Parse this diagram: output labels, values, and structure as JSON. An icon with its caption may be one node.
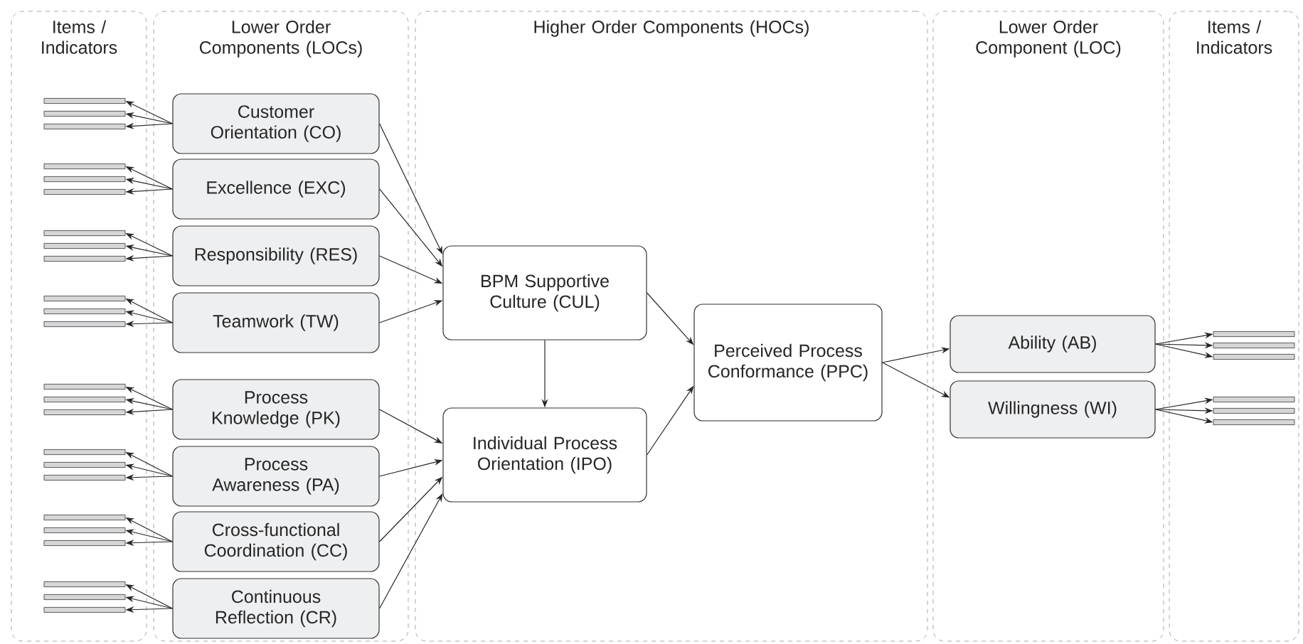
{
  "diagram": {
    "nodes": [
      {
        "text": [
          "Items / Indicators"
        ]
      },
      {
        "text": [
          "Lower Order Components (LOCs)"
        ]
      },
      {
        "text": [
          "Higher Order Components (HOCs)"
        ]
      },
      {
        "text": [
          "Lower Order Component (LOC)"
        ]
      },
      {
        "text": [
          "Items / Indicators"
        ]
      },
      {
        "text": [
          "Customer Orientation (CO)"
        ],
        "in": 1
      },
      {
        "text": [
          "Excellence (EXC)"
        ],
        "in": 1
      },
      {
        "text": [
          "Responsibility (RES)"
        ],
        "in": 1
      },
      {
        "text": [
          "Teamwork (TW)"
        ],
        "in": 1
      },
      {
        "text": [
          "Process Knowledge (PK)"
        ],
        "in": 1
      },
      {
        "text": [
          "Process Awareness (PA)"
        ],
        "in": 1
      },
      {
        "text": [
          "Cross-functional Coordination (CC)"
        ],
        "in": 1
      },
      {
        "text": [
          "Continuous Reflection (CR)"
        ],
        "in": 1
      },
      {
        "text": [
          "BPM Supportive Culture (CUL)"
        ],
        "in": 2
      },
      {
        "text": [
          "Individual Process Orientation (IPO)"
        ],
        "in": 2
      },
      {
        "text": [
          "Perceived Process Conformance (PPC)"
        ],
        "in": 2
      },
      {
        "text": [
          "Ability (AB)"
        ],
        "in": 3
      },
      {
        "text": [
          "Willingness (WI)"
        ],
        "in": 3
      },
      {
        "text": [],
        "shape": "bar",
        "in": 0
      },
      {
        "text": [],
        "shape": "bar",
        "in": 0
      },
      {
        "text": [],
        "shape": "bar",
        "in": 0
      },
      {
        "text": [],
        "shape": "bar",
        "in": 0
      },
      {
        "text": [],
        "shape": "bar",
        "in": 0
      },
      {
        "text": [],
        "shape": "bar",
        "in": 0
      },
      {
        "text": [],
        "shape": "bar",
        "in": 0
      },
      {
        "text": [],
        "shape": "bar",
        "in": 0
      },
      {
        "text": [],
        "shape": "bar",
        "in": 0
      },
      {
        "text": [],
        "shape": "bar",
        "in": 0
      },
      {
        "text": [],
        "shape": "bar",
        "in": 0
      },
      {
        "text": [],
        "shape": "bar",
        "in": 0
      },
      {
        "text": [],
        "shape": "bar",
        "in": 0
      },
      {
        "text": [],
        "shape": "bar",
        "in": 0
      },
      {
        "text": [],
        "shape": "bar",
        "in": 0
      },
      {
        "text": [],
        "shape": "bar",
        "in": 0
      },
      {
        "text": [],
        "shape": "bar",
        "in": 0
      },
      {
        "text": [],
        "shape": "bar",
        "in": 0
      },
      {
        "text": [],
        "shape": "bar",
        "in": 0
      },
      {
        "text": [],
        "shape": "bar",
        "in": 0
      },
      {
        "text": [],
        "shape": "bar",
        "in": 0
      },
      {
        "text": [],
        "shape": "bar",
        "in": 0
      },
      {
        "text": [],
        "shape": "bar",
        "in": 0
      },
      {
        "text": [],
        "shape": "bar",
        "in": 0
      },
      {
        "text": [],
        "shape": "bar",
        "in": 4
      },
      {
        "text": [],
        "shape": "bar",
        "in": 4
      },
      {
        "text": [],
        "shape": "bar",
        "in": 4
      },
      {
        "text": [],
        "shape": "bar",
        "in": 4
      },
      {
        "text": [],
        "shape": "bar",
        "in": 4
      },
      {
        "text": [],
        "shape": "bar",
        "in": 4
      }
    ],
    "edges": [
      {
        "from": 5,
        "to": 13,
        "arrow": "to"
      },
      {
        "from": 6,
        "to": 13,
        "arrow": "to"
      },
      {
        "from": 7,
        "to": 13,
        "arrow": "to"
      },
      {
        "from": 8,
        "to": 13,
        "arrow": "to"
      },
      {
        "from": 9,
        "to": 14,
        "arrow": "to"
      },
      {
        "from": 10,
        "to": 14,
        "arrow": "to"
      },
      {
        "from": 11,
        "to": 14,
        "arrow": "to"
      },
      {
        "from": 12,
        "to": 14,
        "arrow": "to"
      },
      {
        "from": 13,
        "to": 14,
        "arrow": "to"
      },
      {
        "from": 13,
        "to": 15,
        "arrow": "to"
      },
      {
        "from": 14,
        "to": 15,
        "arrow": "to"
      },
      {
        "from": 15,
        "to": 16,
        "arrow": "to"
      },
      {
        "from": 15,
        "to": 17,
        "arrow": "to"
      },
      {
        "from": 5,
        "to": 18,
        "arrow": "to"
      },
      {
        "from": 5,
        "to": 19,
        "arrow": "to"
      },
      {
        "from": 5,
        "to": 20,
        "arrow": "to"
      },
      {
        "from": 6,
        "to": 21,
        "arrow": "to"
      },
      {
        "from": 6,
        "to": 22,
        "arrow": "to"
      },
      {
        "from": 6,
        "to": 23,
        "arrow": "to"
      },
      {
        "from": 7,
        "to": 24,
        "arrow": "to"
      },
      {
        "from": 7,
        "to": 25,
        "arrow": "to"
      },
      {
        "from": 7,
        "to": 26,
        "arrow": "to"
      },
      {
        "from": 8,
        "to": 27,
        "arrow": "to"
      },
      {
        "from": 8,
        "to": 28,
        "arrow": "to"
      },
      {
        "from": 8,
        "to": 29,
        "arrow": "to"
      },
      {
        "from": 9,
        "to": 30,
        "arrow": "to"
      },
      {
        "from": 9,
        "to": 31,
        "arrow": "to"
      },
      {
        "from": 9,
        "to": 32,
        "arrow": "to"
      },
      {
        "from": 10,
        "to": 33,
        "arrow": "to"
      },
      {
        "from": 10,
        "to": 34,
        "arrow": "to"
      },
      {
        "from": 10,
        "to": 35,
        "arrow": "to"
      },
      {
        "from": 11,
        "to": 36,
        "arrow": "to"
      },
      {
        "from": 11,
        "to": 37,
        "arrow": "to"
      },
      {
        "from": 11,
        "to": 38,
        "arrow": "to"
      },
      {
        "from": 12,
        "to": 39,
        "arrow": "to"
      },
      {
        "from": 12,
        "to": 40,
        "arrow": "to"
      },
      {
        "from": 12,
        "to": 41,
        "arrow": "to"
      },
      {
        "from": 16,
        "to": 42,
        "arrow": "to"
      },
      {
        "from": 16,
        "to": 43,
        "arrow": "to"
      },
      {
        "from": 16,
        "to": 44,
        "arrow": "to"
      },
      {
        "from": 17,
        "to": 45,
        "arrow": "to"
      },
      {
        "from": 17,
        "to": 46,
        "arrow": "to"
      },
      {
        "from": 17,
        "to": 47,
        "arrow": "to"
      }
    ]
  }
}
